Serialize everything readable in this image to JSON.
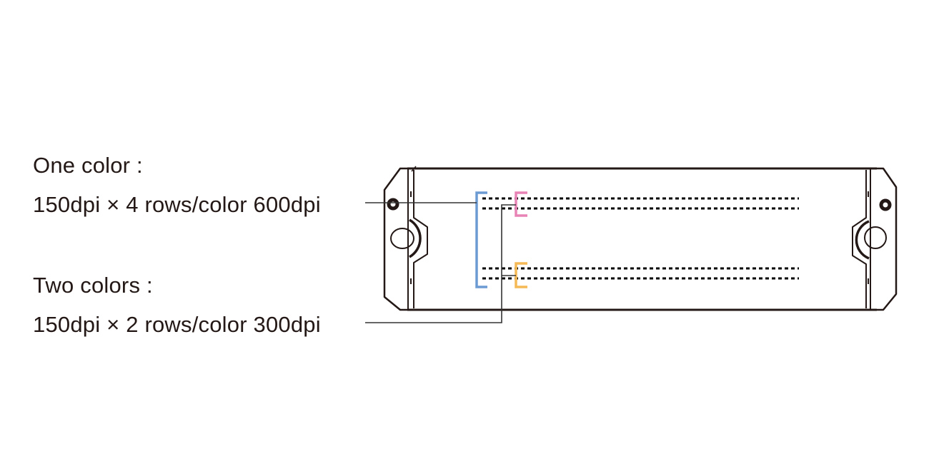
{
  "labels": {
    "one_color_heading": "One color :",
    "one_color_spec": "150dpi × 4 rows/color 600dpi",
    "two_colors_heading": "Two colors :",
    "two_colors_spec": "150dpi × 2 rows/color 300dpi"
  },
  "colors": {
    "text": "#231815",
    "outline": "#231815",
    "leader_line": "#333333",
    "bracket_one_color": "#6b9bd2",
    "bracket_two_color_top": "#e883b5",
    "bracket_two_color_bottom": "#f5b955",
    "nozzle_rows": "#000000"
  },
  "diagram": {
    "subject": "print-head",
    "nozzle_rows": 4
  }
}
